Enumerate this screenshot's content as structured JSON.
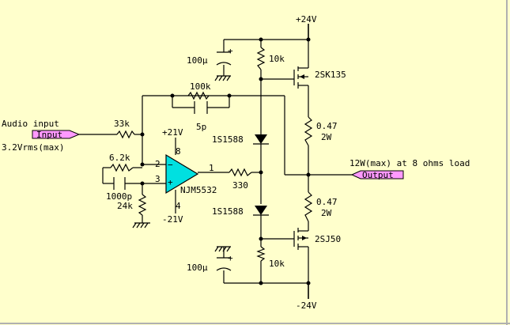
{
  "colors": {
    "background": "#ffffcc",
    "ink": "#000000",
    "opamp_fill": "#00e0e0",
    "port_fill": "#ff99ff",
    "frame": "#b0b0b0"
  },
  "labels": {
    "supply_pos": "+24V",
    "supply_neg": "-24V",
    "cap_top": "100μ",
    "cap_bottom": "100μ",
    "r_top_bias": "10k",
    "r_bottom_bias": "10k",
    "mosfet_top": "2SK135",
    "mosfet_bottom": "2SJ50",
    "r_feedback": "100k",
    "c_feedback": "5p",
    "audio_input": "Audio input",
    "input_port": "Input",
    "input_level": "3.2Vrms(max)",
    "r_input": "33k",
    "opamp_vplus": "+21V",
    "opamp_vminus": "-21V",
    "pin8": "8",
    "pin4": "4",
    "pin1": "1",
    "pin2": "2",
    "pin3": "3",
    "r_in2": "6.2k",
    "c_in2": "1000p",
    "r_ground": "24k",
    "opamp_name": "NJM5532",
    "r_out": "330",
    "diode_top": "1S1588",
    "diode_bottom": "1S1588",
    "r_src_top": "0.47",
    "r_src_top_w": "2W",
    "r_src_bottom": "0.47",
    "r_src_bottom_w": "2W",
    "output_rating": "12W(max) at 8 ohms load",
    "output_port": "Output",
    "cap_plus_top": "+",
    "cap_plus_bottom": "+",
    "opamp_minus_sign": "−",
    "opamp_plus_sign": "+"
  }
}
